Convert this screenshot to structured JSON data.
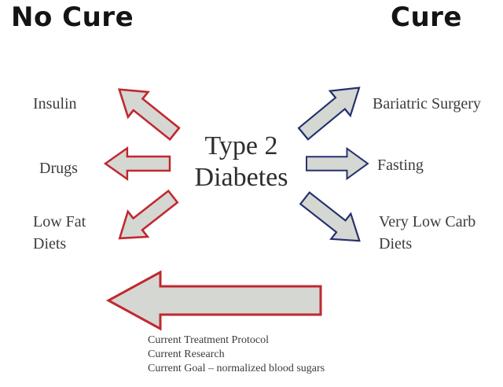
{
  "headings": {
    "left": "No Cure",
    "right": "Cure"
  },
  "center": {
    "line1": "Type 2",
    "line2": "Diabetes"
  },
  "no_cure_items": {
    "insulin": "Insulin",
    "drugs": "Drugs",
    "low_fat_line1": "Low Fat",
    "low_fat_line2": "Diets"
  },
  "cure_items": {
    "bariatric": "Bariatric Surgery",
    "fasting": "Fasting",
    "low_carb_line1": "Very Low Carb",
    "low_carb_line2": "Diets"
  },
  "protocol": [
    "Current Treatment Protocol",
    "Current Research",
    "Current Goal – normalized blood sugars"
  ],
  "colors": {
    "red_outline": "#c0282e",
    "blue_outline": "#26306d",
    "arrow_fill": "#d5d7d3"
  }
}
